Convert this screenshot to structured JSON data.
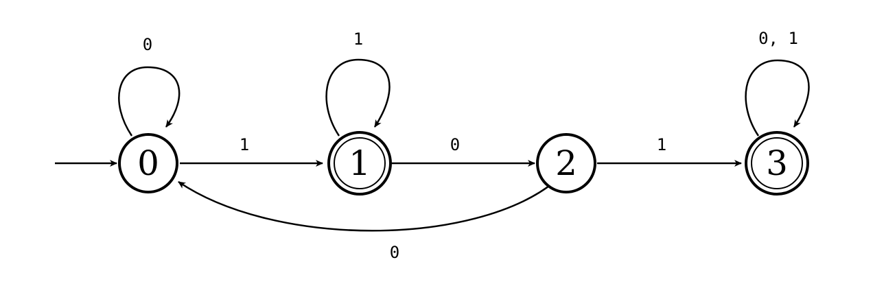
{
  "states": [
    {
      "id": "0",
      "label": "0",
      "accepting": false,
      "initial": true
    },
    {
      "id": "1",
      "label": "1",
      "accepting": true,
      "initial": false
    },
    {
      "id": "2",
      "label": "2",
      "accepting": false,
      "initial": false
    },
    {
      "id": "3",
      "label": "3",
      "accepting": true,
      "initial": false
    }
  ],
  "transitions": [
    {
      "from": "0",
      "to": "0",
      "label": "0"
    },
    {
      "from": "0",
      "to": "1",
      "label": "1"
    },
    {
      "from": "1",
      "to": "1",
      "label": "1"
    },
    {
      "from": "1",
      "to": "2",
      "label": "0"
    },
    {
      "from": "2",
      "to": "3",
      "label": "1"
    },
    {
      "from": "3",
      "to": "3",
      "label": "0, 1"
    },
    {
      "from": "2",
      "to": "0",
      "label": "0"
    }
  ]
}
